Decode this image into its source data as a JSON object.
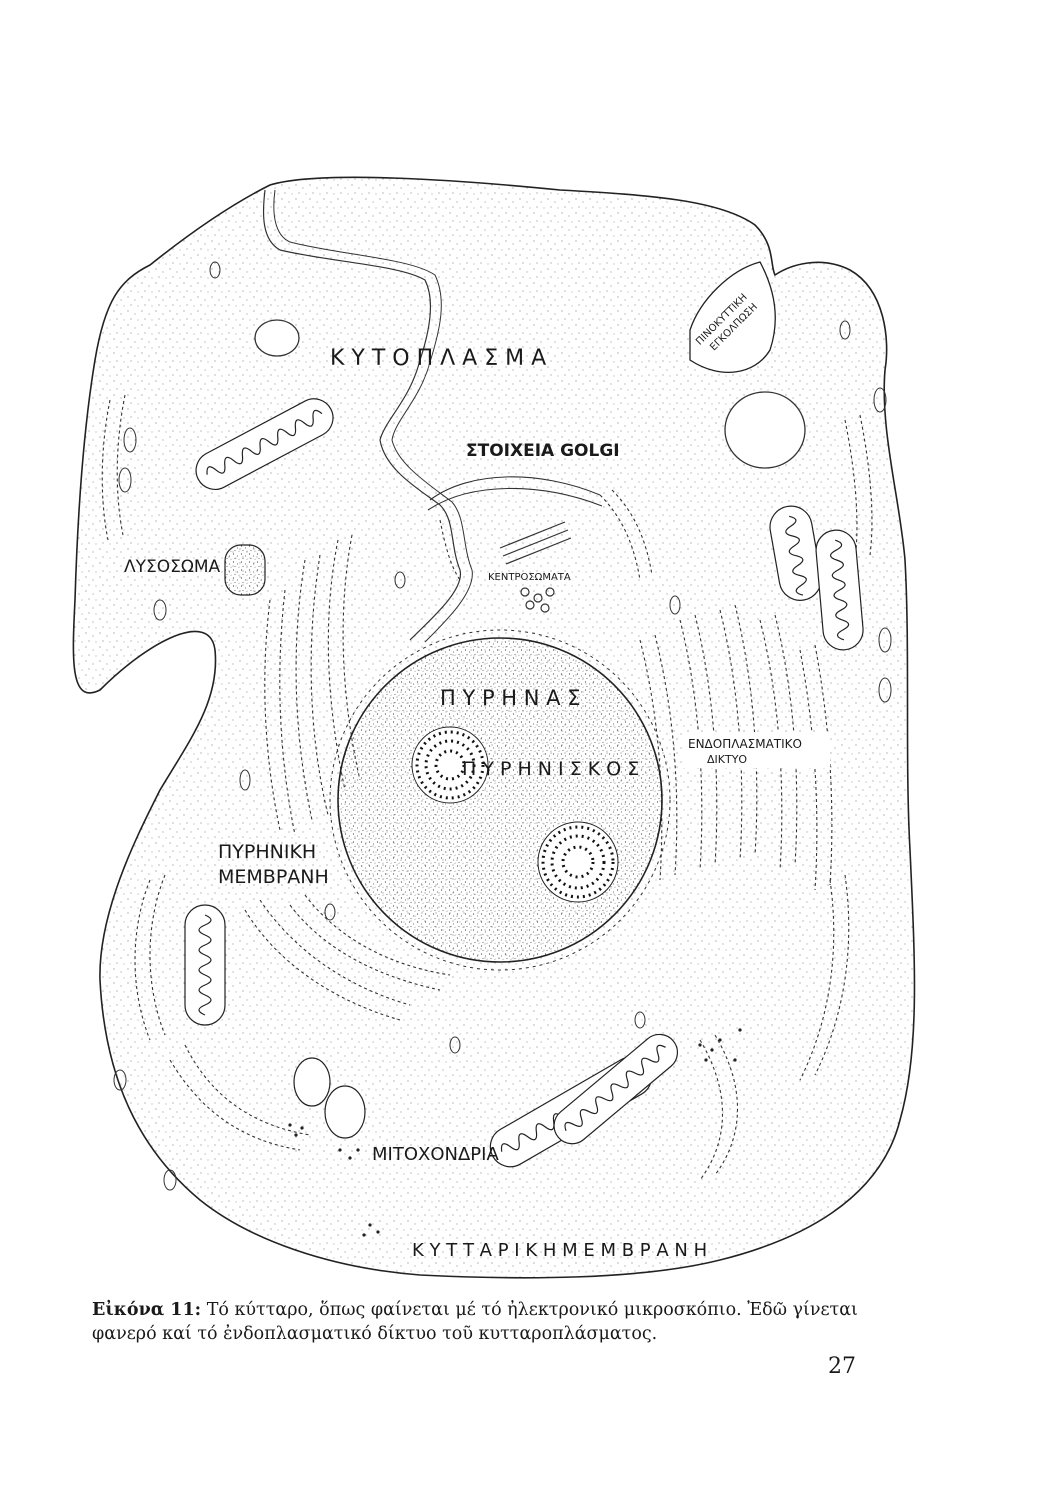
{
  "figure": {
    "labels": {
      "cytoplasm": "Κ Υ Τ Ο Π Λ Α Σ Μ Α",
      "golgi": "ΣΤΟΙΧΕΙΑ GOLGI",
      "lysosome": "ΛΥΣΟΣΩΜΑ",
      "centrosomes": "ΚΕΝΤΡΟΣΩΜΑΤΑ",
      "nucleus": "Π Υ Ρ Η Ν Α Σ",
      "nucleolus": "Π Υ Ρ Η Ν Ι Σ Κ Ο Σ",
      "er_line1": "ΕΝΔΟΠΛΑΣΜΑΤΙΚΟ",
      "er_line2": "ΔΙΚΤΥΟ",
      "nuclear_membrane_line1": "ΠΥΡΗΝΙΚΗ",
      "nuclear_membrane_line2": "ΜΕΜΒΡΑΝΗ",
      "mitochondria": "ΜΙΤΟΧΟΝΔΡΙΑ",
      "cell_membrane": "Κ Υ Τ Τ Α Ρ Ι Κ Η   Μ Ε Μ Β Ρ Α Ν Η",
      "pinocytosis_line1": "ΠΙΝΟΚΥΤΤΙΚΗ",
      "pinocytosis_line2": "ΕΓΚΟΛΠΩΣΗ"
    }
  },
  "caption": {
    "label": "Εἰκόνα 11:",
    "text": " Τό κύτταρο, ὅπως φαίνεται μέ τό ἠλεκτρονικό μικροσκόπιο. Ἐδῶ γίνεται φανερό καί τό ἐνδοπλασματικό δίκτυο τοῦ κυτταροπλάσματος."
  },
  "page_number": "27"
}
